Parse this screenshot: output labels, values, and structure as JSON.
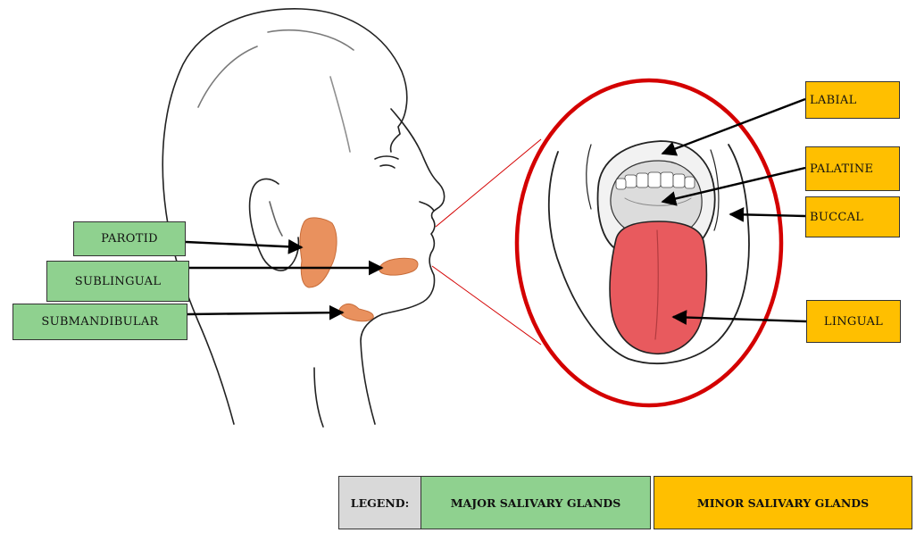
{
  "colors": {
    "major": "#8fd18f",
    "minor": "#ffbf00",
    "gland": "#e9915e",
    "tongue": "#e85a5e",
    "magnifier": "#d40000"
  },
  "major_glands": {
    "parotid": "PAROTID",
    "sublingual": "SUBLINGUAL",
    "submandibular": "SUBMANDIBULAR"
  },
  "minor_glands": {
    "labial": "LABIAL",
    "palatine": "PALATINE",
    "buccal": "BUCCAL",
    "lingual": "LINGUAL"
  },
  "legend": {
    "title": "LEGEND:",
    "major": "MAJOR SALIVARY GLANDS",
    "minor": "MINOR SALIVARY GLANDS"
  }
}
